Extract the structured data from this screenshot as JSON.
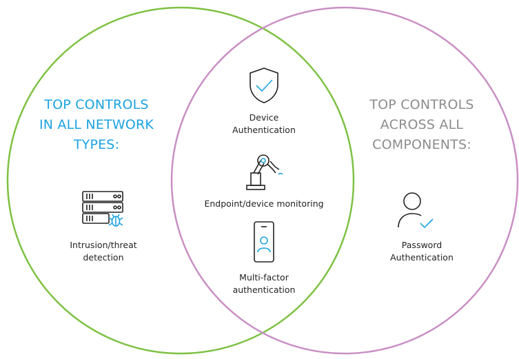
{
  "colors": {
    "left_circle": "#7dc142",
    "right_circle": "#c98fc4",
    "left_heading": "#1ba3e0",
    "right_heading": "#8c8c8c",
    "icon_stroke": "#222222",
    "icon_accent": "#1ba3e0"
  },
  "left": {
    "heading_lines": [
      "TOP CONTROLS",
      "IN ALL NETWORK",
      "TYPES:"
    ],
    "items": [
      {
        "icon": "server-bug-icon",
        "label_lines": [
          "Intrusion/threat",
          "detection"
        ]
      }
    ]
  },
  "right": {
    "heading_lines": [
      "TOP CONTROLS",
      "ACROSS ALL",
      "COMPONENTS:"
    ],
    "items": [
      {
        "icon": "user-check-icon",
        "label_lines": [
          "Password",
          "Authentication"
        ]
      }
    ]
  },
  "center": {
    "items": [
      {
        "icon": "shield-check-icon",
        "label_lines": [
          "Device",
          "Authentication"
        ]
      },
      {
        "icon": "robot-arm-icon",
        "label_lines": [
          "Endpoint/device monitoring"
        ]
      },
      {
        "icon": "phone-user-icon",
        "label_lines": [
          "Multi-factor",
          "authentication"
        ]
      }
    ]
  }
}
